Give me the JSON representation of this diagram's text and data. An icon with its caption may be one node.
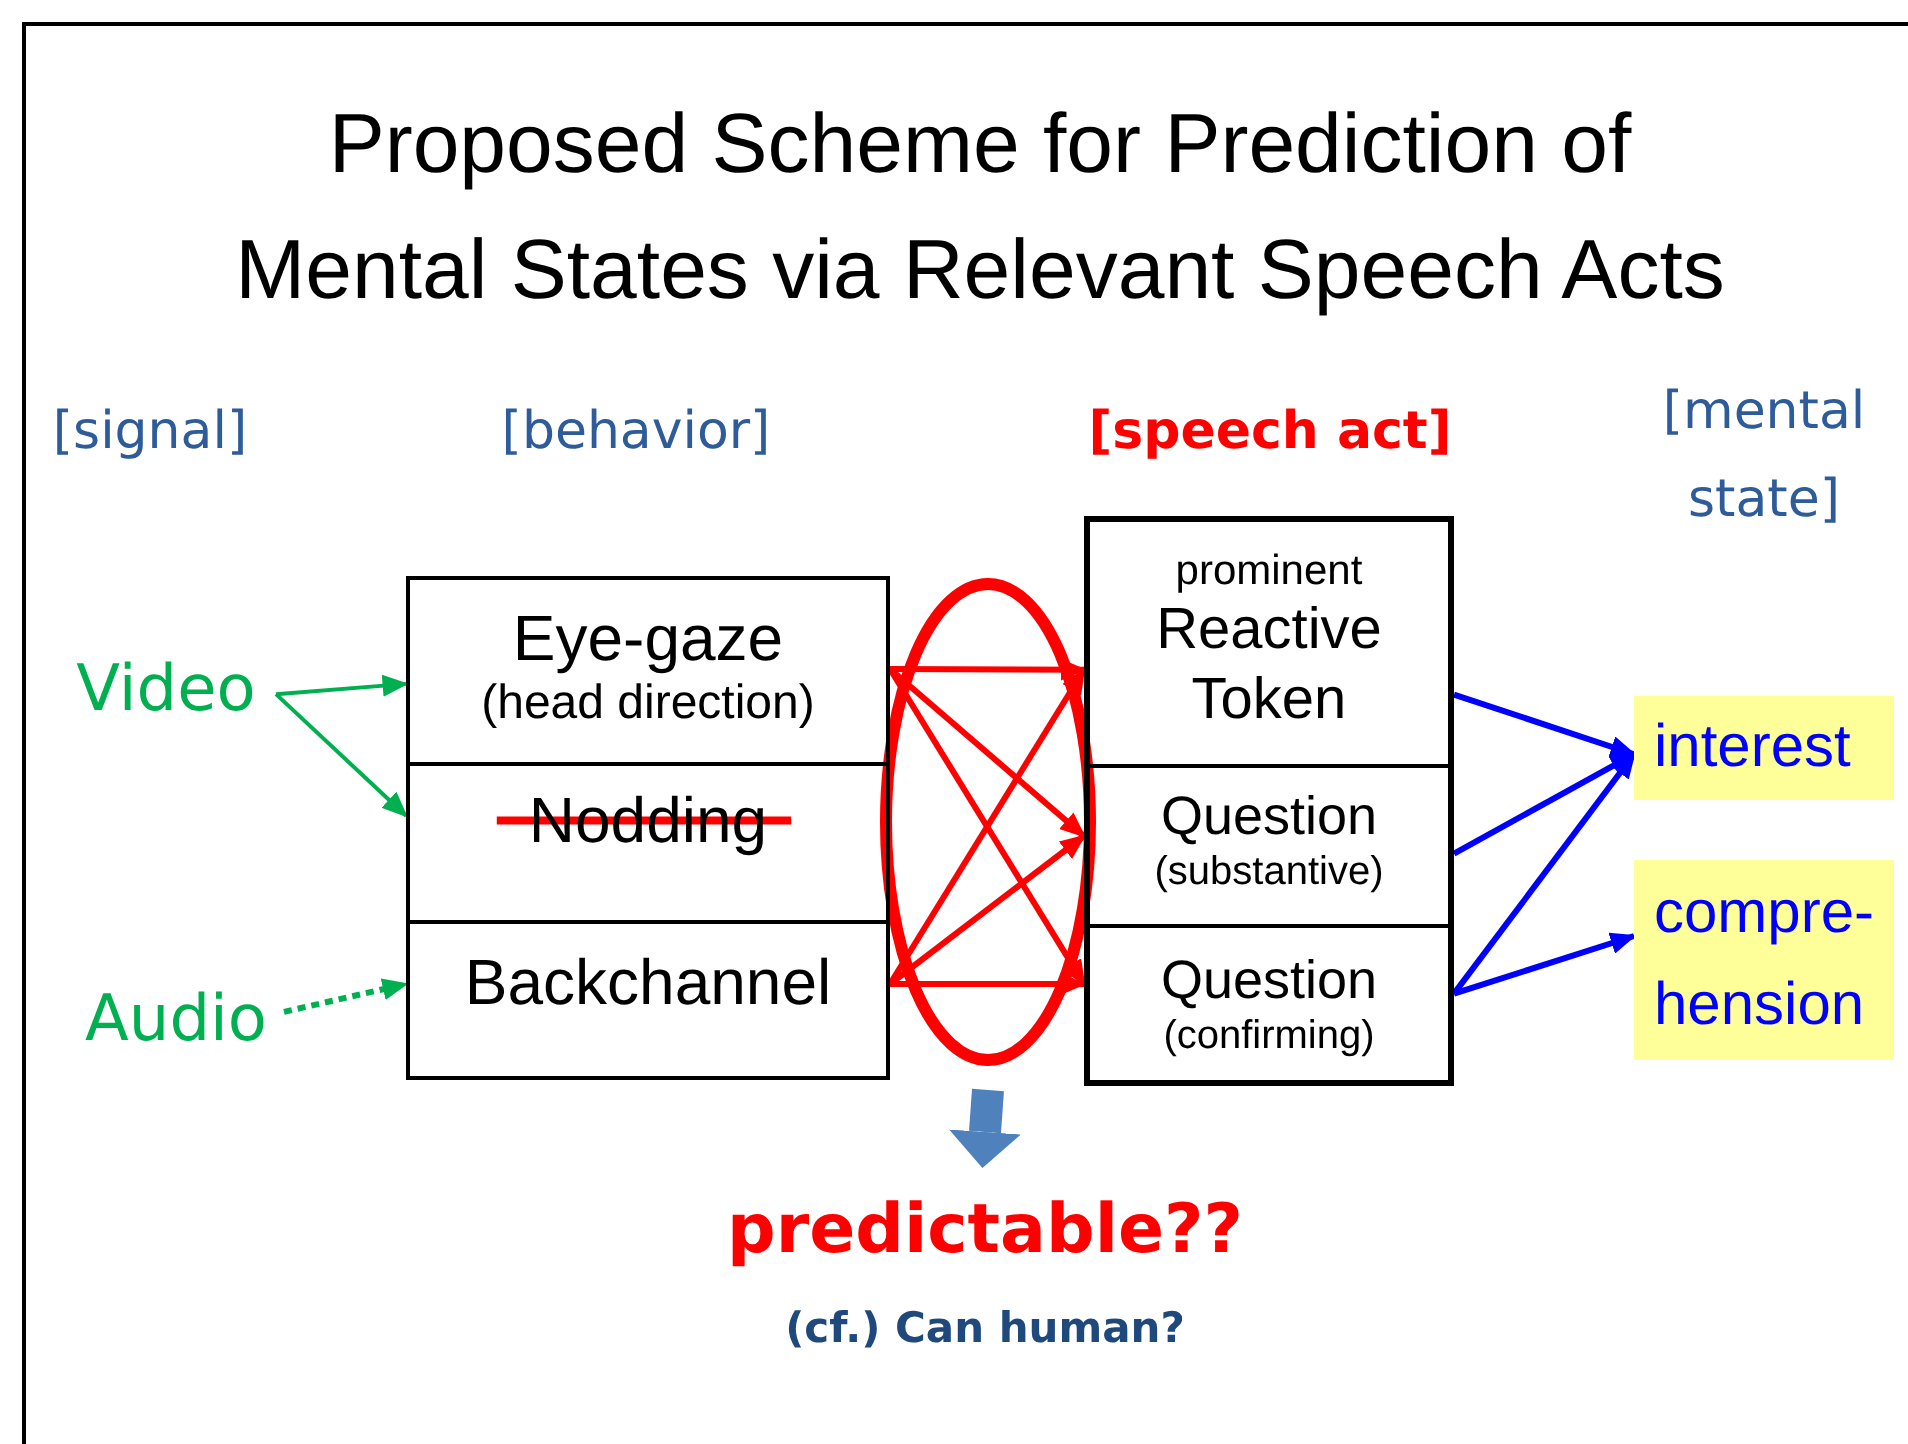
{
  "diagram": {
    "title": "Proposed Scheme for Prediction of Mental States via Relevant Speech Acts",
    "nodes": [
      {
        "text": [
          "Video"
        ]
      },
      {
        "text": [
          "Audio"
        ]
      },
      {
        "text": [
          "Eye-gaze",
          "(head direction)"
        ]
      },
      {
        "text": [
          "Nodding"
        ]
      },
      {
        "text": [
          "Backchannel"
        ]
      },
      {
        "text": [
          "prominent",
          "Reactive Token"
        ]
      },
      {
        "text": [
          "Question",
          "(substantive)"
        ]
      },
      {
        "text": [
          "Question",
          "(confirming)"
        ]
      },
      {
        "text": [
          "interest"
        ]
      },
      {
        "text": [
          "compre- hension"
        ]
      },
      {
        "text": [
          "predictable??"
        ]
      }
    ],
    "edges": [
      {
        "from": 0,
        "to": 2,
        "arrow": "to",
        "color": "#00b050"
      },
      {
        "from": 0,
        "to": 3,
        "arrow": "to",
        "color": "#00b050"
      },
      {
        "from": 1,
        "to": 4,
        "arrow": "to",
        "style": "dashed",
        "color": "#00b050"
      },
      {
        "from": 2,
        "to": 5,
        "arrow": "to",
        "color": "#ff0000"
      },
      {
        "from": 2,
        "to": 6,
        "arrow": "to",
        "color": "#ff0000"
      },
      {
        "from": 2,
        "to": 7,
        "arrow": "to",
        "color": "#ff0000"
      },
      {
        "from": 4,
        "to": 5,
        "arrow": "to",
        "color": "#ff0000"
      },
      {
        "from": 4,
        "to": 6,
        "arrow": "to",
        "color": "#ff0000"
      },
      {
        "from": 4,
        "to": 7,
        "arrow": "to",
        "color": "#ff0000"
      },
      {
        "from": 5,
        "to": 8,
        "arrow": "to",
        "color": "#0000ff"
      },
      {
        "from": 6,
        "to": 8,
        "arrow": "to",
        "color": "#0000ff"
      },
      {
        "from": 7,
        "to": 8,
        "arrow": "to",
        "color": "#0000ff"
      },
      {
        "from": 7,
        "to": 9,
        "arrow": "to",
        "color": "#0000ff"
      },
      {
        "from": null,
        "to": 10,
        "arrow": "to",
        "style": "thick",
        "color": "#4f81bd"
      }
    ],
    "labels": [
      "[signal]",
      "[behavior]",
      "[speech act]",
      "[mental state]",
      "(cf.) Can human?"
    ]
  }
}
